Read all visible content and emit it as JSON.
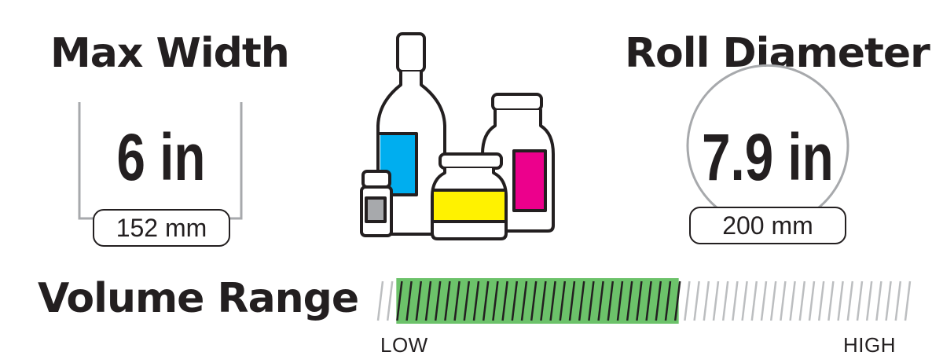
{
  "max_width": {
    "title": "Max Width",
    "value": "6 in",
    "metric": "152 mm"
  },
  "roll_diameter": {
    "title": "Roll Diameter",
    "value": "7.9 in",
    "metric": "200 mm"
  },
  "volume_range": {
    "title": "Volume Range",
    "low_label": "LOW",
    "high_label": "HIGH",
    "level_start": 0.03,
    "level_end": 0.56
  },
  "colors": {
    "text": "#231f20",
    "gray": "#a7a9ac",
    "green": "#6cc26a",
    "cyan": "#00aeef",
    "yellow": "#fff200",
    "magenta": "#ec008c",
    "bottle_gray": "#a7a9ac"
  },
  "icons": [
    "max-width-bracket-icon",
    "roll-diameter-circle-icon",
    "bottles-jars-icon",
    "volume-range-bar-icon"
  ]
}
